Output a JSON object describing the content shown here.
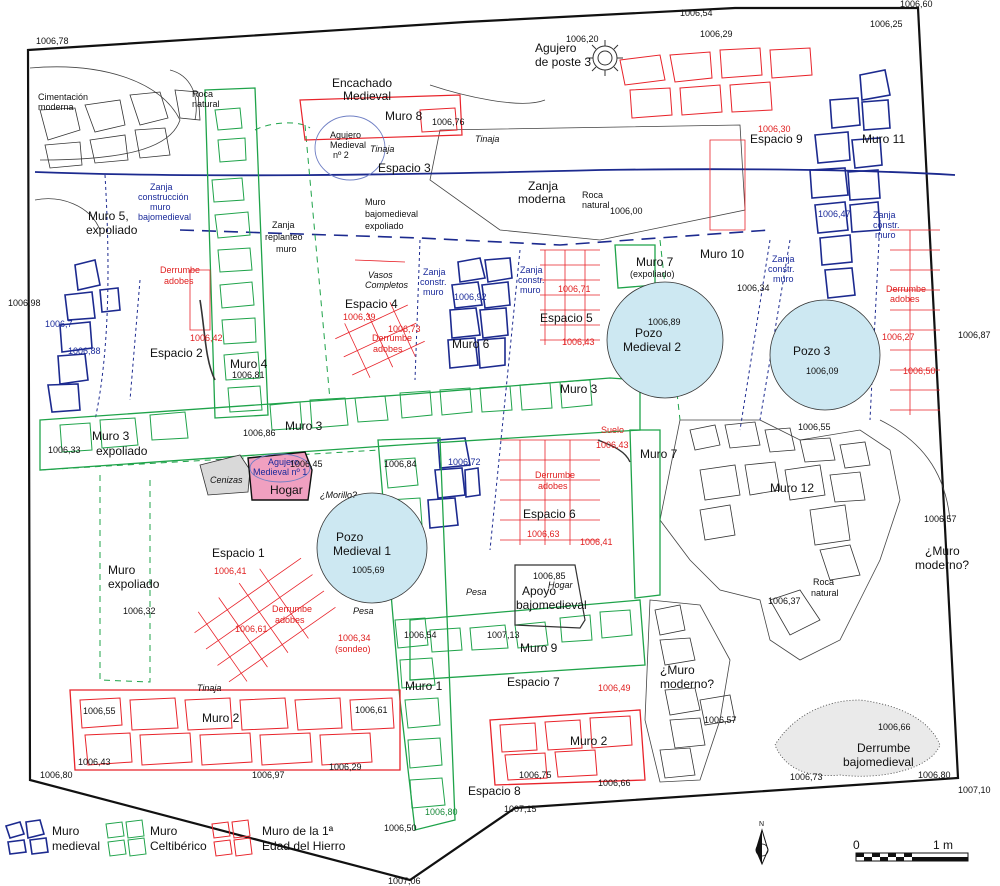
{
  "labels": {
    "cimentacion": [
      "Cimentación",
      "moderna"
    ],
    "roca_natural_top": [
      "Roca",
      "natural"
    ],
    "encachado": [
      "Encachado",
      "Medieval"
    ],
    "agujero_poste": [
      "Agujero",
      "de poste 3"
    ],
    "muro8": "Muro 8",
    "agujero_medieval2": [
      "Agujero",
      "Medieval",
      "nº 2"
    ],
    "tinaja_top": "Tinaja",
    "espacio3": "Espacio 3",
    "espacio9": "Espacio 9",
    "muro11": "Muro 11",
    "zanja_construccion": [
      "Zanja",
      "construcción",
      "muro",
      "bajomedieval"
    ],
    "muro5": [
      "Muro 5,",
      "expoliado"
    ],
    "zanja_replanteo": [
      "Zanja",
      "replanteo",
      "muro"
    ],
    "muro_bajomedieval": [
      "Muro",
      "bajomedieval",
      "expoliado"
    ],
    "zanja_moderna": [
      "Zanja",
      "moderna"
    ],
    "roca_natural_mid": [
      "Roca",
      "natural"
    ],
    "zanja_constr_muro_right": [
      "Zanja",
      "constr.",
      "muro"
    ],
    "muro10": "Muro 10",
    "muro7_exp": [
      "Muro 7",
      "(expoliado)"
    ],
    "zanja_constr_muro_mid": [
      "Zanja",
      "constr.",
      "muro"
    ],
    "zanja_constr_muro_mid2": [
      "Zanja",
      "constr.",
      "muro"
    ],
    "zanja_constr_muro_far": [
      "Zanja",
      "constr.",
      "muro"
    ],
    "derrumbe_adobes_left": [
      "Derrumbe",
      "adobes"
    ],
    "vasos_completos": [
      "Vasos",
      "Completos"
    ],
    "espacio4": "Espacio 4",
    "derrumbe_adobes_e4": [
      "Derrumbe",
      "adobes"
    ],
    "espacio5": "Espacio 5",
    "pozo_medieval2": [
      "Pozo",
      "Medieval 2"
    ],
    "pozo3": "Pozo 3",
    "derrumbe_adobes_right": [
      "Derrumbe",
      "adobes"
    ],
    "espacio2": "Espacio 2",
    "muro4": "Muro 4",
    "muro6": "Muro 6",
    "muro3_top": "Muro 3",
    "muro3_mid": "Muro 3",
    "muro3_exp": [
      "Muro 3",
      "expoliado"
    ],
    "suelo": "Suelo",
    "muro7": "Muro 7",
    "muro12": "Muro 12",
    "agujero_medieval1": [
      "Agujero",
      "Medieval nº 1"
    ],
    "cenizas": "Cenizas",
    "hogar": "Hogar",
    "morillo": "¿Morillo?",
    "derrumbe_adobes_e6": [
      "Derrumbe",
      "adobes"
    ],
    "espacio6": "Espacio 6",
    "muro_moderno_right": [
      "¿Muro",
      "moderno?"
    ],
    "espacio1": "Espacio 1",
    "pozo_medieval1": [
      "Pozo",
      "Medieval 1"
    ],
    "muro_expoliado": [
      "Muro",
      "expoliado"
    ],
    "derrumbe_adobes_e1": [
      "Derrumbe",
      "adobes"
    ],
    "sondeo": "(sondeo)",
    "pesa_left": "Pesa",
    "pesa_mid": "Pesa",
    "apoyo": [
      "Apoyo",
      "bajomedieval"
    ],
    "hogar_small": "Hogar",
    "roca_natural_right": [
      "Roca",
      "natural"
    ],
    "muro9": "Muro 9",
    "espacio7": "Espacio 7",
    "muro_moderno_mid": [
      "¿Muro",
      "moderno?"
    ],
    "tinaja_bottom": "Tinaja",
    "muro2_left": "Muro 2",
    "muro1": "Muro 1",
    "muro2_right": "Muro 2",
    "espacio8": "Espacio 8",
    "derrumbe_bajomedieval": [
      "Derrumbe",
      "bajomedieval"
    ]
  },
  "elevations_black": [
    "1006,78",
    "1006,54",
    "1006,60",
    "1006,20",
    "1006,29",
    "1006,25",
    "1006,76",
    "1006,00",
    "1006,98",
    "1006,34",
    "1006,87",
    "1006,89",
    "1006,09",
    "1006,81",
    "1006,55",
    "1006,86",
    "1006,33",
    "1006,45",
    "1006,84",
    "1005,69",
    "1006,32",
    "1006,85",
    "1006,37",
    "1006,57",
    "1006,54",
    "1007,13",
    "1006,61",
    "1006,55",
    "1006,57",
    "1006,66",
    "1006,43",
    "1006,29",
    "1006,80",
    "1006,97",
    "1006,75",
    "1006,66",
    "1006,73",
    "1006,80",
    "1007,10",
    "1007,15",
    "1006,50",
    "1007,06"
  ],
  "elevations_red": [
    "1006,30",
    "1006,71",
    "1006,39",
    "1006,73",
    "1006,42",
    "1006,43",
    "1006,27",
    "1006,50",
    "1006,43",
    "1006,63",
    "1006,41",
    "1006,41",
    "1006,61",
    "1006,34",
    "1006,49"
  ],
  "elevations_blue": [
    "1006,47",
    "1006,7",
    "1006,88",
    "1006,92",
    "1006,72"
  ],
  "elevations_green": [
    "1006,80"
  ],
  "legend": {
    "medieval": [
      "Muro",
      "medieval"
    ],
    "celtiberico": [
      "Muro",
      "Celtibérico"
    ],
    "hierro": [
      "Muro de la 1ª",
      "Edad del Hierro"
    ]
  },
  "north": "N",
  "scale": {
    "start": "0",
    "end": "1 m"
  },
  "colors": {
    "medieval_blue": "#1c2a8f",
    "celtiberian_green": "#1fa34a",
    "iron_age_red": "#e8232a",
    "pozo_fill": "#cde8f2",
    "hogar_fill": "#f0a0c0",
    "cenizas_fill": "#d9d9d9"
  }
}
